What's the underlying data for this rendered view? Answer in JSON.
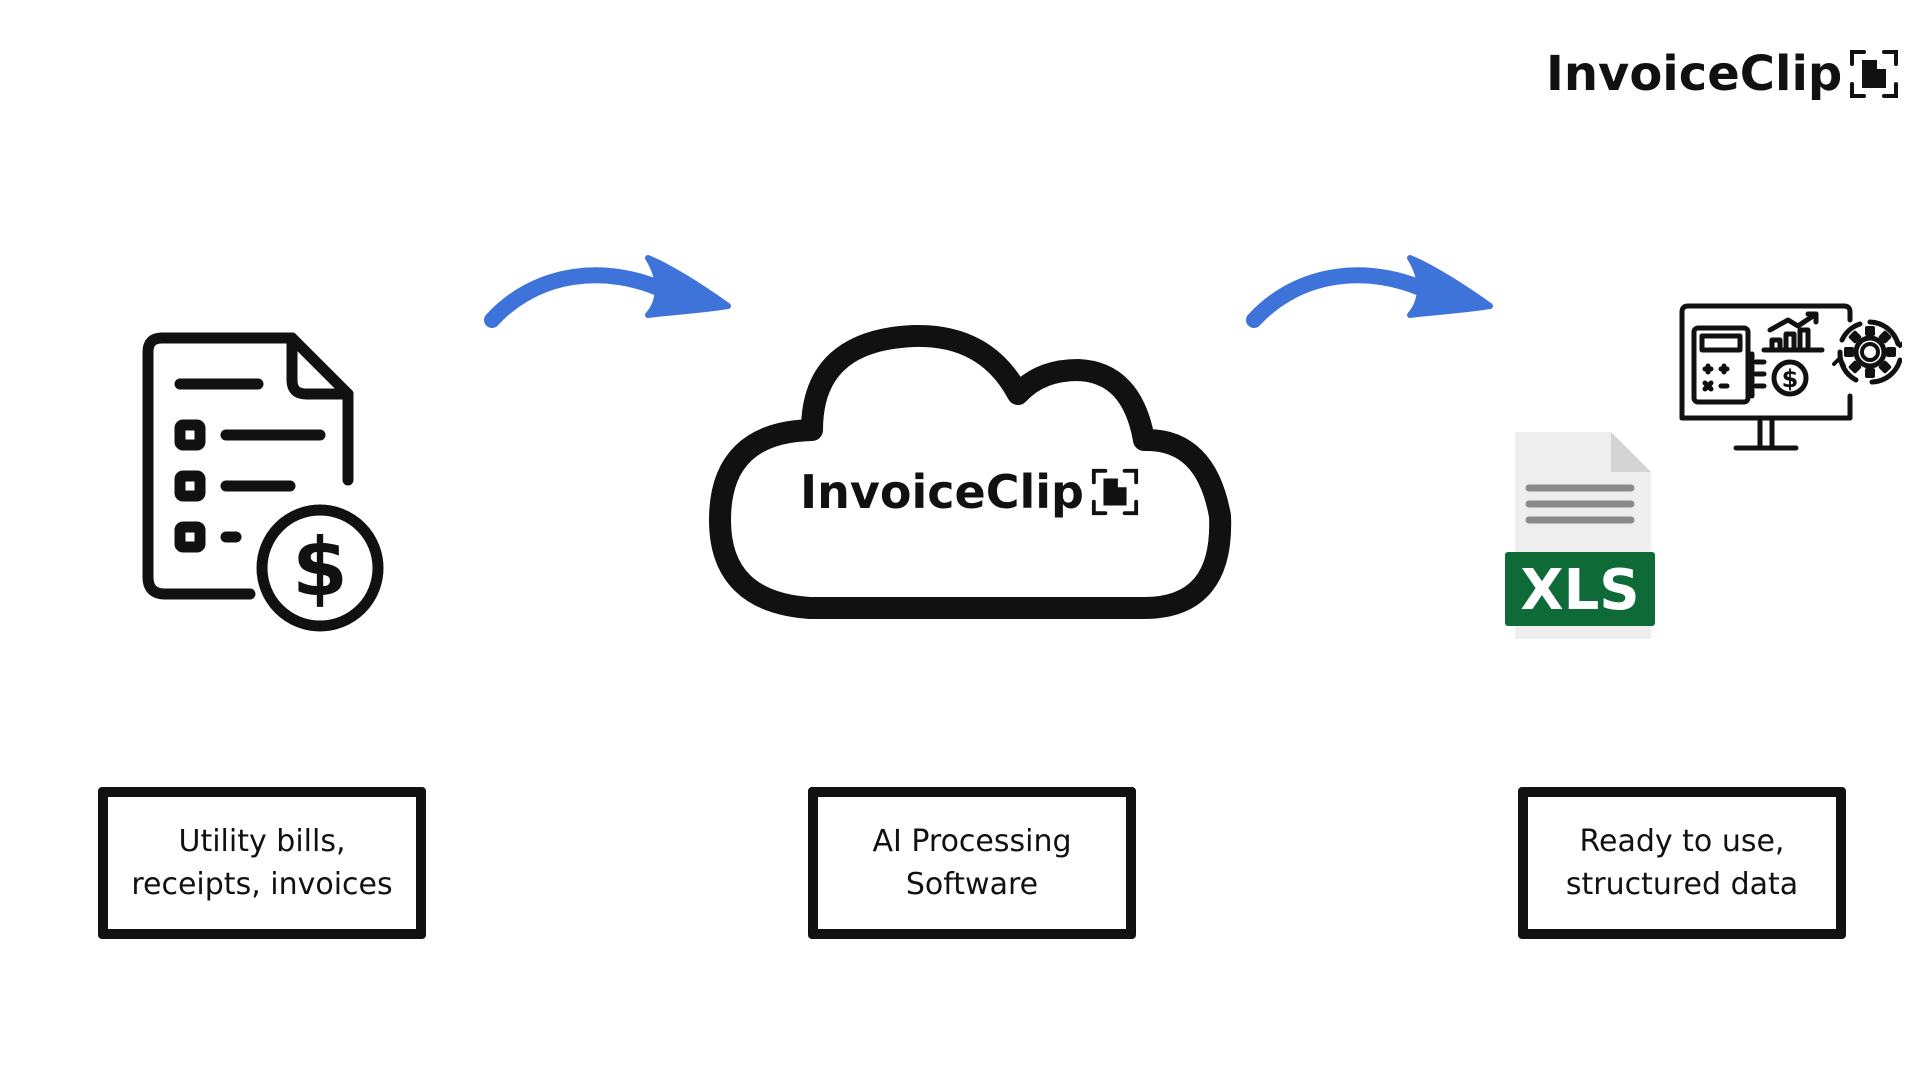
{
  "brand": {
    "name": "InvoiceClip",
    "text_color": "#111111"
  },
  "flow": {
    "arrow_color": "#3E74DA",
    "arrows": [
      "arrow-right-icon",
      "arrow-right-icon"
    ]
  },
  "steps": [
    {
      "icon": "invoice-dollar-icon",
      "caption": "Utility bills,\nreceipts, invoices"
    },
    {
      "icon": "cloud-icon",
      "cloud_label": "InvoiceClip",
      "caption": "AI Processing\nSoftware"
    },
    {
      "icon": "xls-file-icon",
      "icon_label": "XLS",
      "icon_label_bg": "#0E6B38",
      "secondary_icon": "finance-monitor-icon",
      "caption": "Ready to use,\nstructured data"
    }
  ]
}
